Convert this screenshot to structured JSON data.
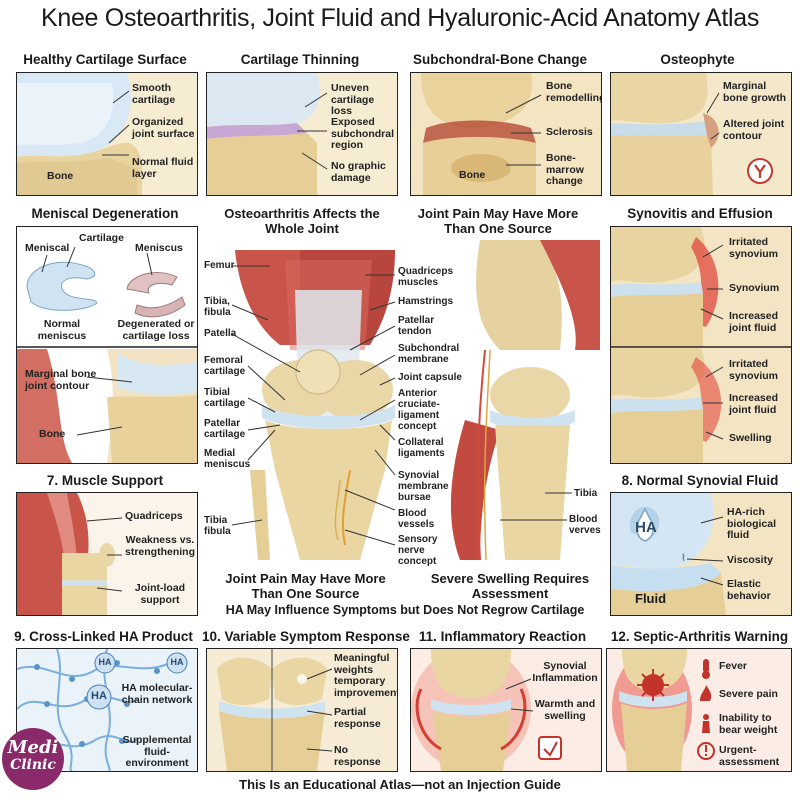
{
  "title": "Knee Osteoarthritis, Joint Fluid and Hyaluronic-Acid Anatomy Atlas",
  "panels": {
    "p1": {
      "title": "Healthy Cartilage Surface",
      "labels": [
        "Smooth cartilage",
        "Organized joint surface",
        "Normal fluid layer",
        "Bone"
      ]
    },
    "p2": {
      "title": "Cartilage Thinning",
      "labels": [
        "Uneven cartilage loss",
        "Exposed subchondral region",
        "No graphic damage"
      ]
    },
    "p3": {
      "title": "Subchondral-Bone Change",
      "labels": [
        "Bone remodelling",
        "Sclerosis",
        "Bone-marrow change",
        "Bone"
      ]
    },
    "p4": {
      "title": "Osteophyte",
      "labels": [
        "Marginal bone growth",
        "Altered joint contour"
      ]
    },
    "p5": {
      "title": "Meniscal Degeneration",
      "labels": [
        "Cartilage",
        "Meniscal",
        "Meniscus",
        "Normal meniscus",
        "Degenerated or cartilage loss",
        "Marginal bone joint contour",
        "Bone"
      ]
    },
    "p6": {
      "title": "Synovitis and Effusion",
      "labels": [
        "Irritated synovium",
        "Synovium",
        "Increased joint fluid",
        "Irritated synovium",
        "Increased joint fluid",
        "Swelling"
      ]
    },
    "p7": {
      "title": "7. Muscle Support",
      "labels": [
        "Quadriceps",
        "Weakness vs. strengthening",
        "Joint-load support"
      ]
    },
    "p8": {
      "title": "8. Normal Synovial Fluid",
      "labels": [
        "HA-rich biological fluid",
        "Viscosity",
        "Elastic behavior",
        "HA",
        "Fluid"
      ]
    },
    "p9": {
      "title": "9. Cross-Linked HA Product",
      "labels": [
        "HA molecular-chain network",
        "Supplemental fluid-environment",
        "HA",
        "HA",
        "HA"
      ]
    },
    "p10": {
      "title": "10. Variable Symptom Response",
      "labels": [
        "Meaningful weights temporary improvement",
        "Partial response",
        "No response"
      ]
    },
    "p11": {
      "title": "11. Inflammatory Reaction",
      "labels": [
        "Synovial Inflammation",
        "Warmth and swelling"
      ]
    },
    "p12": {
      "title": "12. Septic-Arthritis Warning",
      "labels": [
        "Fever",
        "Severe pain",
        "Inability to bear weight",
        "Urgent-assessment"
      ]
    }
  },
  "center": {
    "left_title": "Osteoarthritis Affects the Whole Joint",
    "right_title": "Joint Pain May Have More Than One Source",
    "left_labels": [
      "Femur",
      "Tibia, fibula",
      "Patella",
      "Femoral cartilage",
      "Tibial cartilage",
      "Patellar cartilage",
      "Medial meniscus",
      "Tibia fibula"
    ],
    "mid_labels": [
      "Quadriceps muscles",
      "Hamstrings",
      "Patellar tendon",
      "Subchondral membrane",
      "Joint capsule",
      "Anterior cruciate-ligament concept",
      "Collateral ligaments",
      "Synovial membrane bursae",
      "Blood vessels",
      "Sensory nerve concept"
    ],
    "right_labels": [
      "Tibia",
      "Blood verves"
    ],
    "cap_left": "Joint Pain May Have More Than One Source",
    "cap_right": "Severe Swelling Requires Assessment",
    "cap_bottom": "HA May Influence Symptoms but Does Not Regrow Cartilage"
  },
  "logo": {
    "line1": "Medi",
    "line2": "Clinic"
  },
  "footer": "This Is an Educational Atlas—not an Injection Guide",
  "colors": {
    "bone": "#efdcaa",
    "cartilage": "#cfe2f0",
    "muscle": "#c94b43",
    "inflammation": "#e2483d",
    "logo": "#8a2a6a"
  }
}
